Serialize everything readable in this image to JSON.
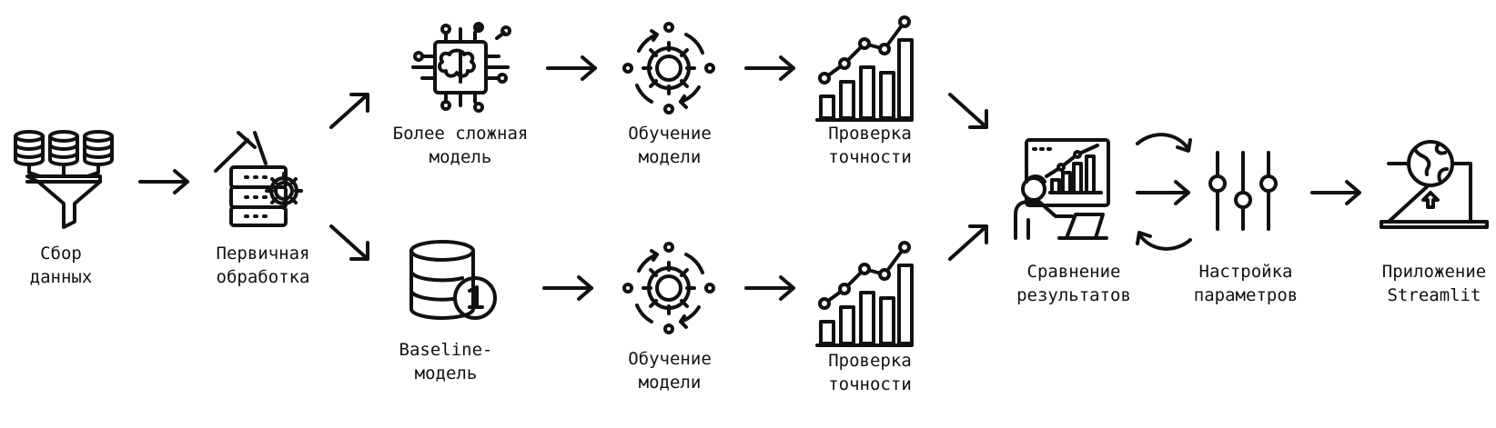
{
  "stages": {
    "collect": {
      "line1": "Сбор",
      "line2": "данных",
      "icon": "database-funnel-icon"
    },
    "preprocess": {
      "line1": "Первичная",
      "line2": "обработка",
      "icon": "server-gear-tools-icon"
    },
    "complex": {
      "line1": "Более сложная",
      "line2": "модель",
      "icon": "ai-chip-brain-icon"
    },
    "train_top": {
      "line1": "Обучение",
      "line2": "модели",
      "icon": "gear-cycle-icon"
    },
    "check_top": {
      "line1": "Проверка",
      "line2": "точности",
      "icon": "bar-chart-growth-icon"
    },
    "baseline": {
      "line1": "Baseline-",
      "line2": "модель",
      "icon": "database-badge-one-icon"
    },
    "train_bot": {
      "line1": "Обучение",
      "line2": "модели",
      "icon": "gear-cycle-icon"
    },
    "check_bot": {
      "line1": "Проверка",
      "line2": "точности",
      "icon": "bar-chart-growth-icon"
    },
    "compare": {
      "line1": "Сравнение",
      "line2": "результатов",
      "icon": "analyst-dashboard-icon"
    },
    "tune": {
      "line1": "Настройка",
      "line2": "параметров",
      "icon": "sliders-icon"
    },
    "app": {
      "line1": "Приложение",
      "line2": "Streamlit",
      "icon": "laptop-globe-upload-icon"
    }
  },
  "colors": {
    "ink": "#111111",
    "background": "#ffffff"
  }
}
